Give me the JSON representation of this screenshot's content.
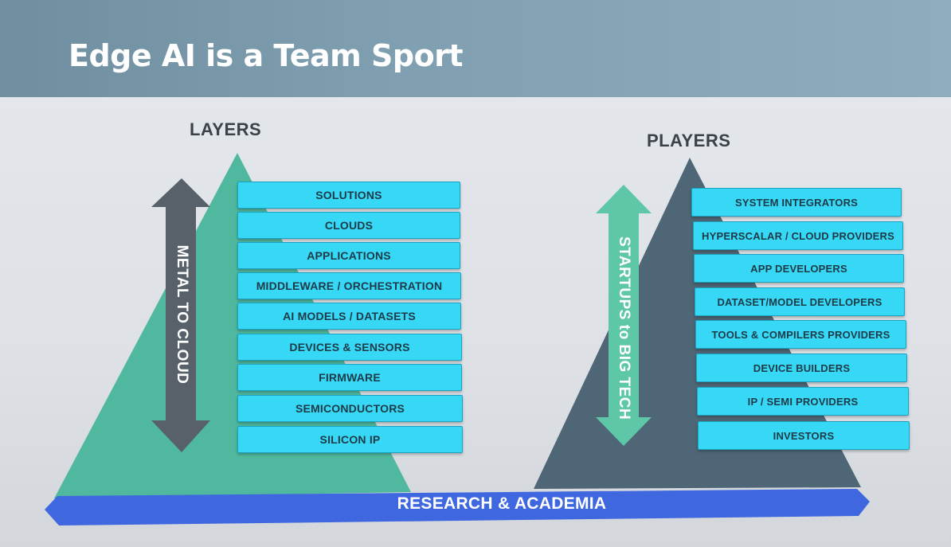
{
  "title": "Edge AI is a Team Sport",
  "layers": {
    "heading": "LAYERS",
    "axis_label": "METAL TO CLOUD",
    "items": [
      "SOLUTIONS",
      "CLOUDS",
      "APPLICATIONS",
      "MIDDLEWARE / ORCHESTRATION",
      "AI MODELS / DATASETS",
      "DEVICES & SENSORS",
      "FIRMWARE",
      "SEMICONDUCTORS",
      "SILICON IP"
    ]
  },
  "players": {
    "heading": "PLAYERS",
    "axis_label": "STARTUPS to BIG TECH",
    "items": [
      "SYSTEM INTEGRATORS",
      "HYPERSCALAR / CLOUD PROVIDERS",
      "APP DEVELOPERS",
      "DATASET/MODEL DEVELOPERS",
      "TOOLS & COMPILERS PROVIDERS",
      "DEVICE BUILDERS",
      "IP / SEMI PROVIDERS",
      "INVESTORS"
    ]
  },
  "foundation": "RESEARCH & ACADEMIA",
  "colors": {
    "title_band": "#7f9fb1",
    "box_fill": "#37d8f5",
    "layers_triangle": "#4fb89e",
    "players_triangle": "#4e6675",
    "layers_arrow": "#58616a",
    "players_arrow": "#5ec7a8",
    "foundation_arrow": "#3f67e0"
  }
}
